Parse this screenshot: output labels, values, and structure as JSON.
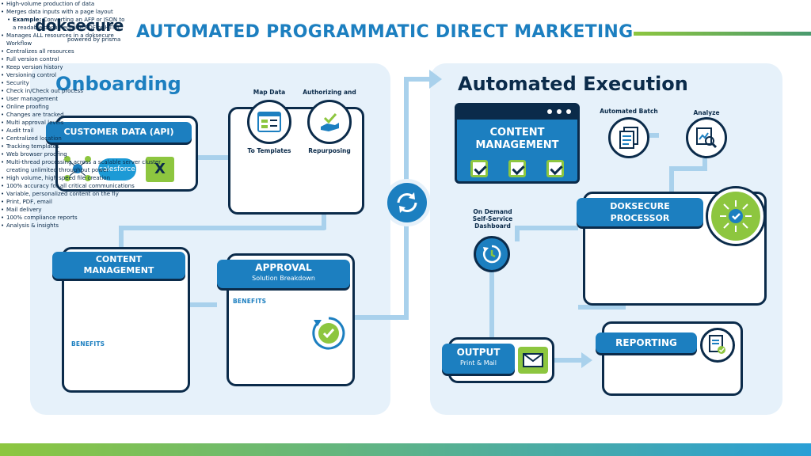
{
  "brand": {
    "logo": "doksecure",
    "tagline": "powered by prisma"
  },
  "title": "AUTOMATED PROGRAMMATIC DIRECT MARKETING",
  "colors": {
    "navy": "#0b2b4a",
    "blue": "#1c7fc0",
    "green": "#8dc63f",
    "light": "#e6f1fa"
  },
  "onboarding": {
    "heading": "Onboarding",
    "customer_data": {
      "title": "CUSTOMER DATA (API)",
      "salesforce": "salesforce",
      "excel": "X"
    },
    "map": {
      "label_top": "Map Data",
      "label_bottom": "To Templates",
      "auth_top": "Authorizing and",
      "auth_bottom": "Repurposing",
      "bullets": [
        "High-volume production of data",
        "Merges data inputs with a page layout"
      ],
      "example_label": "Example:",
      "example_text": "Converting an AFP or JSON to a readable document like PDF or HTML"
    },
    "content_mgmt": {
      "title_1": "CONTENT",
      "title_2": "MANAGEMENT",
      "bullets": [
        "Manages ALL resources in a doksecure Workflow",
        "Centralizes all resources",
        "Full version control",
        "Keep version history"
      ],
      "benefits_label": "BENEFITS",
      "benefits": [
        "Versioning control",
        "Security",
        "Check in/Check out process",
        "User management"
      ]
    },
    "approval": {
      "title": "APPROVAL",
      "subtitle": "Solution Breakdown",
      "benefits_label": "BENEFITS",
      "benefits": [
        "Online proofing",
        "Changes are tracked",
        "Multi approval levels",
        "Audit trail",
        "Centralized location",
        "Tracking templates",
        "Web browser proofing"
      ]
    }
  },
  "execution": {
    "heading": "Automated Execution",
    "content_mgmt": {
      "title_1": "CONTENT",
      "title_2": "MANAGEMENT"
    },
    "batch_label": "Automated Batch",
    "analyze_label": "Analyze",
    "dashboard_label_1": "On Demand",
    "dashboard_label_2": "Self-Service",
    "dashboard_label_3": "Dashboard",
    "processor": {
      "title_1": "DOKSECURE",
      "title_2": "PROCESSOR",
      "bullets": [
        "Multi-thread processing across a scalable server cluster creating unlimited throughput power",
        "High volume, high speed file creation",
        "100% accuracy for all critical communications",
        "Variable, personalized content on the fly",
        "Print, PDF, email"
      ]
    },
    "output": {
      "title": "OUTPUT",
      "subtitle": "Print & Mail"
    },
    "reporting": {
      "title": "REPORTING",
      "bullets": [
        "Mail delivery",
        "100% compliance reports",
        "Analysis & insights"
      ]
    }
  }
}
